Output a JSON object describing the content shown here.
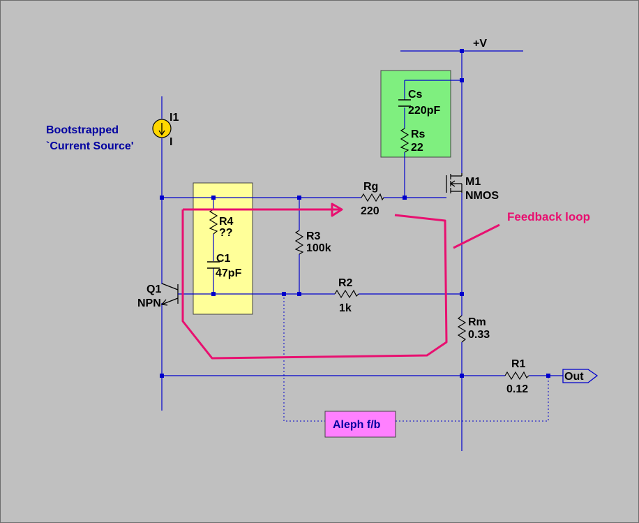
{
  "supply": {
    "label": "+V"
  },
  "current_source": {
    "ref": "I1",
    "value": "I"
  },
  "note": {
    "line1": "Bootstrapped",
    "line2": "`Current Source'"
  },
  "components": {
    "cs": {
      "ref": "Cs",
      "value": "220pF"
    },
    "rs": {
      "ref": "Rs",
      "value": "22"
    },
    "m1": {
      "ref": "M1",
      "value": "NMOS"
    },
    "rg": {
      "ref": "Rg",
      "value": "220"
    },
    "r4": {
      "ref": "R4",
      "value": "??"
    },
    "c1": {
      "ref": "C1",
      "value": "47pF"
    },
    "r3": {
      "ref": "R3",
      "value": "100k"
    },
    "q1": {
      "ref": "Q1",
      "value": "NPN"
    },
    "r2": {
      "ref": "R2",
      "value": "1k"
    },
    "rm": {
      "ref": "Rm",
      "value": "0.33"
    },
    "r1": {
      "ref": "R1",
      "value": "0.12"
    }
  },
  "output": {
    "label": "Out"
  },
  "feedback": {
    "label": "Feedback loop"
  },
  "aleph": {
    "label": "Aleph f/b"
  },
  "colors": {
    "background": "#c0c0c0",
    "wire": "#0000cc",
    "highlight_yellow": "#ffff99",
    "highlight_green": "#7fef7f",
    "highlight_magenta": "#ff80ff",
    "feedback_pink": "#e81070",
    "current_source_fill": "#ffd700"
  }
}
